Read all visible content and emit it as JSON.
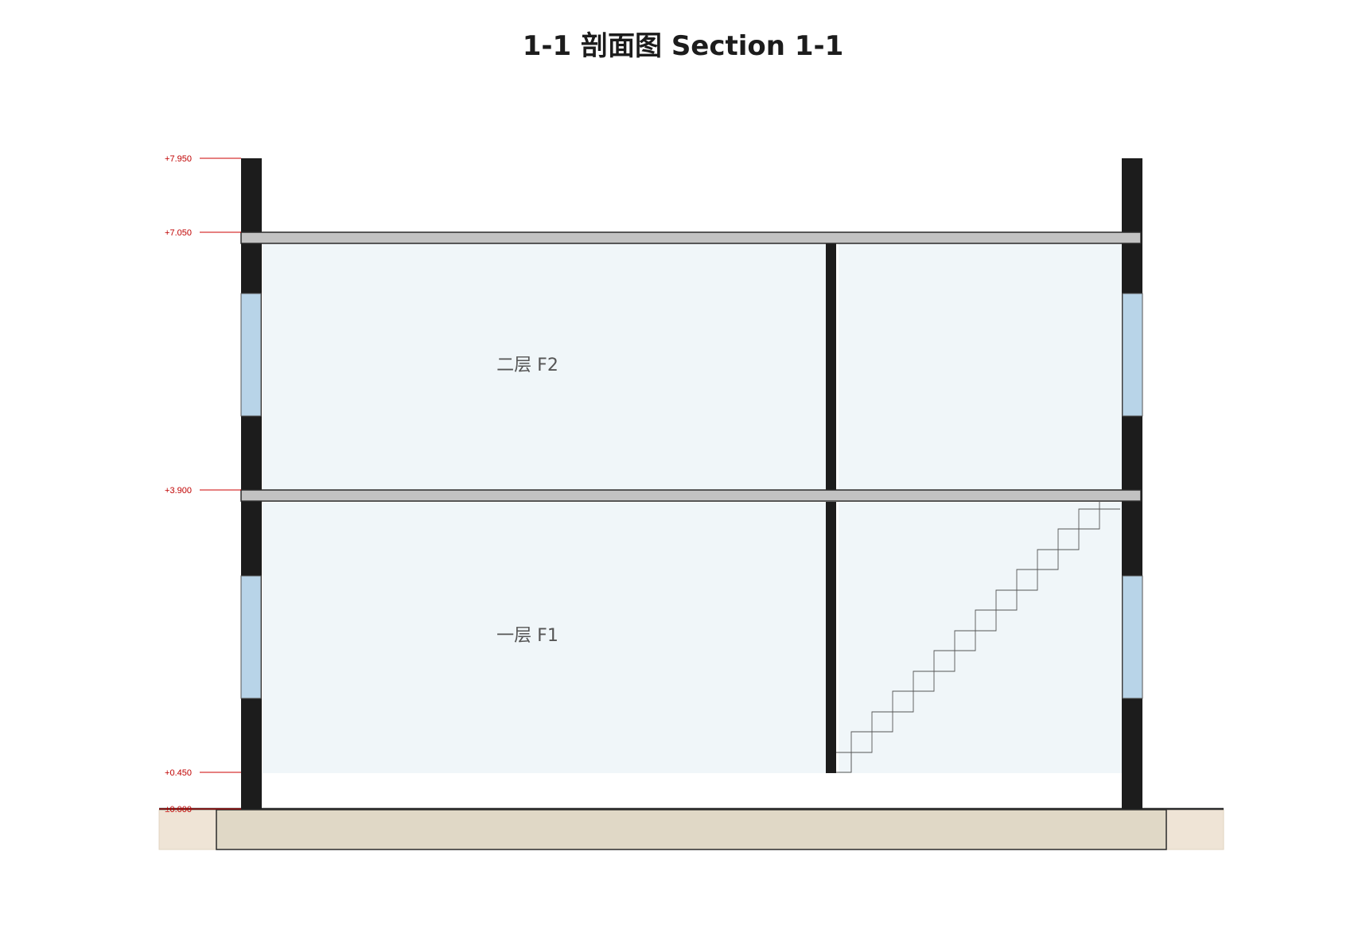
{
  "title": "1-1 剖面图  Section 1-1",
  "rooms": {
    "f2": "二层 F2",
    "f1": "一层 F1"
  },
  "elevations": [
    "+7.950",
    "+7.050",
    "+3.900",
    "+0.450",
    "±0.000"
  ],
  "colors": {
    "wall": "#1c1c1c",
    "slab": "#c2c2c2",
    "room_fill": "#f0f6f9",
    "window": "#b8d4e8",
    "foundation": "#e0d8c6",
    "ground_fill": "#efe4d6",
    "elevation_mark": "#cc0000",
    "stair_line": "#555555"
  }
}
